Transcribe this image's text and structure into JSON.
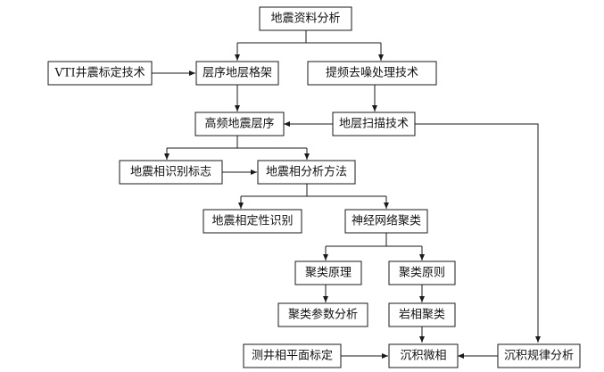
{
  "nodes": {
    "seismic_analysis": "地震资料分析",
    "vti_calibration": "VTI井震标定技术",
    "sequence_framework": "层序地层格架",
    "denoise": "提频去噪处理技术",
    "hf_sequence": "高频地震层序",
    "strata_scan": "地层扫描技术",
    "facies_markers": "地震相识别标志",
    "facies_method": "地震相分析方法",
    "qualitative_id": "地震相定性识别",
    "nn_clustering": "神经网络聚类",
    "cluster_theory": "聚类原理",
    "cluster_rules": "聚类原则",
    "cluster_params": "聚类参数分析",
    "lithofacies_cluster": "岩相聚类",
    "well_calibration": "测井相平面标定",
    "microfacies": "沉积微相",
    "deposition_law": "沉积规律分析"
  },
  "colors": {
    "stroke": "#1a1a1a",
    "text": "#111111",
    "background": "#ffffff"
  }
}
